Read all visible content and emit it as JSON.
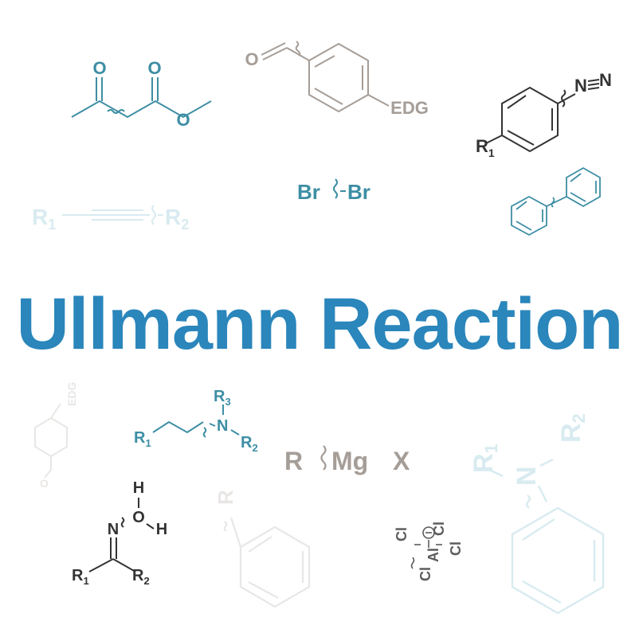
{
  "title": "Ullmann Reaction",
  "colors": {
    "title": "#2a86bb",
    "teal": "#3d8ea4",
    "gray": "#a59d97",
    "dark": "#333333",
    "lightTeal": "#d8ebf0",
    "lightGray": "#e9e7e5"
  },
  "labels": {
    "ketone_O": "O",
    "ester_O_top": "O",
    "ester_O_side": "O",
    "aldehyde_O": "O",
    "edg": "EDG",
    "diazo_N1": "N",
    "diazo_N2": "N",
    "diazo_R": "R",
    "diazo_R_sub": "1",
    "br_left": "Br",
    "br_right": "Br",
    "alkyne_R1": "R",
    "alkyne_R1_sub": "1",
    "alkyne_R2": "R",
    "alkyne_R2_sub": "2",
    "faded_edg": "EDG",
    "faded_O": "O",
    "amine_R1": "R",
    "amine_R1_sub": "1",
    "amine_R2": "R",
    "amine_R2_sub": "2",
    "amine_R3": "R",
    "amine_R3_sub": "3",
    "amine_N": "N",
    "grignard_R": "R",
    "grignard_Mg": "Mg",
    "grignard_X": "X",
    "faded_N": "N",
    "faded_R1": "R",
    "faded_R1_sub": "1",
    "faded_R2": "R",
    "faded_R2_sub": "2",
    "oxime_H_top": "H",
    "oxime_O": "O",
    "oxime_H_right": "H",
    "oxime_N": "N",
    "oxime_R1": "R",
    "oxime_R1_sub": "1",
    "oxime_R2": "R",
    "oxime_R2_sub": "2",
    "faded_R": "R",
    "alcl_Cl_top_left": "Cl",
    "alcl_Cl_top_right": "Cl",
    "alcl_Al": "Al",
    "alcl_charge": "−",
    "alcl_Cl_bottom_left": "Cl",
    "alcl_Cl_bottom_right": "Cl"
  }
}
